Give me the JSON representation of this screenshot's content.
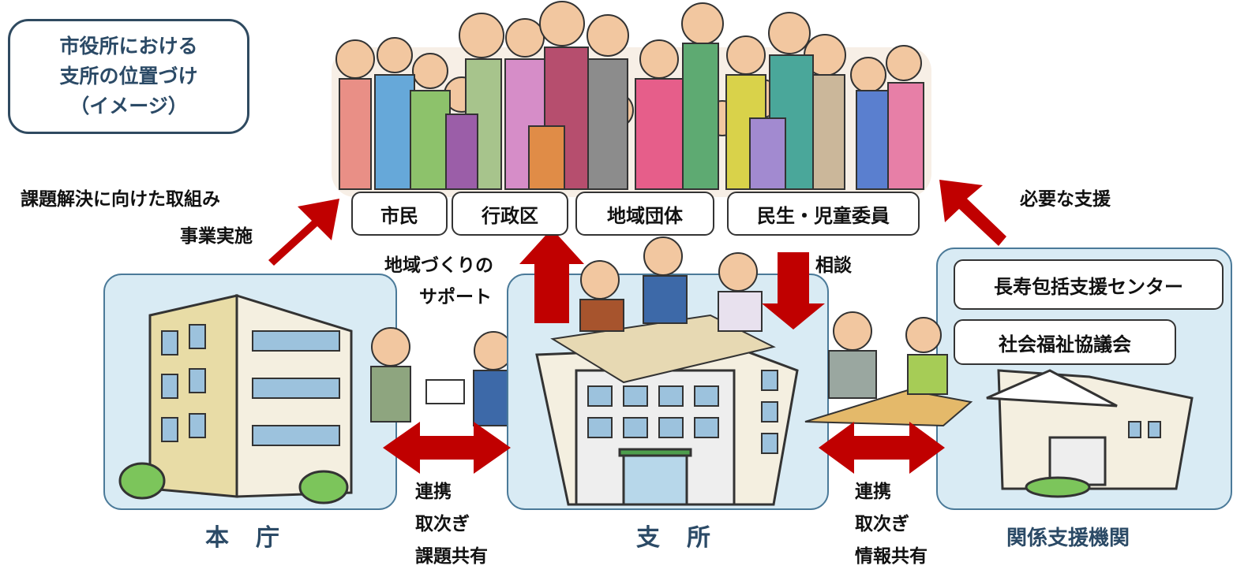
{
  "title": [
    "市役所における",
    "支所の位置づけ",
    "（イメージ）"
  ],
  "community_groups": [
    "市民",
    "行政区",
    "地域団体",
    "民生・児童委員"
  ],
  "support_agencies": [
    "長寿包括支援センター",
    "社会福祉協議会"
  ],
  "arrows": {
    "left_up": [
      "課題解決に向けた取組み",
      "事業実施"
    ],
    "center_up": [
      "地域づくりの",
      "サポート"
    ],
    "center_down": "相談",
    "right_up": "必要な支援"
  },
  "links": {
    "left": [
      "連携",
      "取次ぎ",
      "課題共有"
    ],
    "right": [
      "連携",
      "取次ぎ",
      "情報共有"
    ]
  },
  "places": {
    "honcho": "本　庁",
    "shisho": "支　所",
    "agencies": "関係支援機関"
  },
  "colors": {
    "arrow": "#c00000",
    "panel_fill": "#d9ebf4",
    "panel_border": "#4b7a99",
    "title_text": "#2b4a66"
  }
}
